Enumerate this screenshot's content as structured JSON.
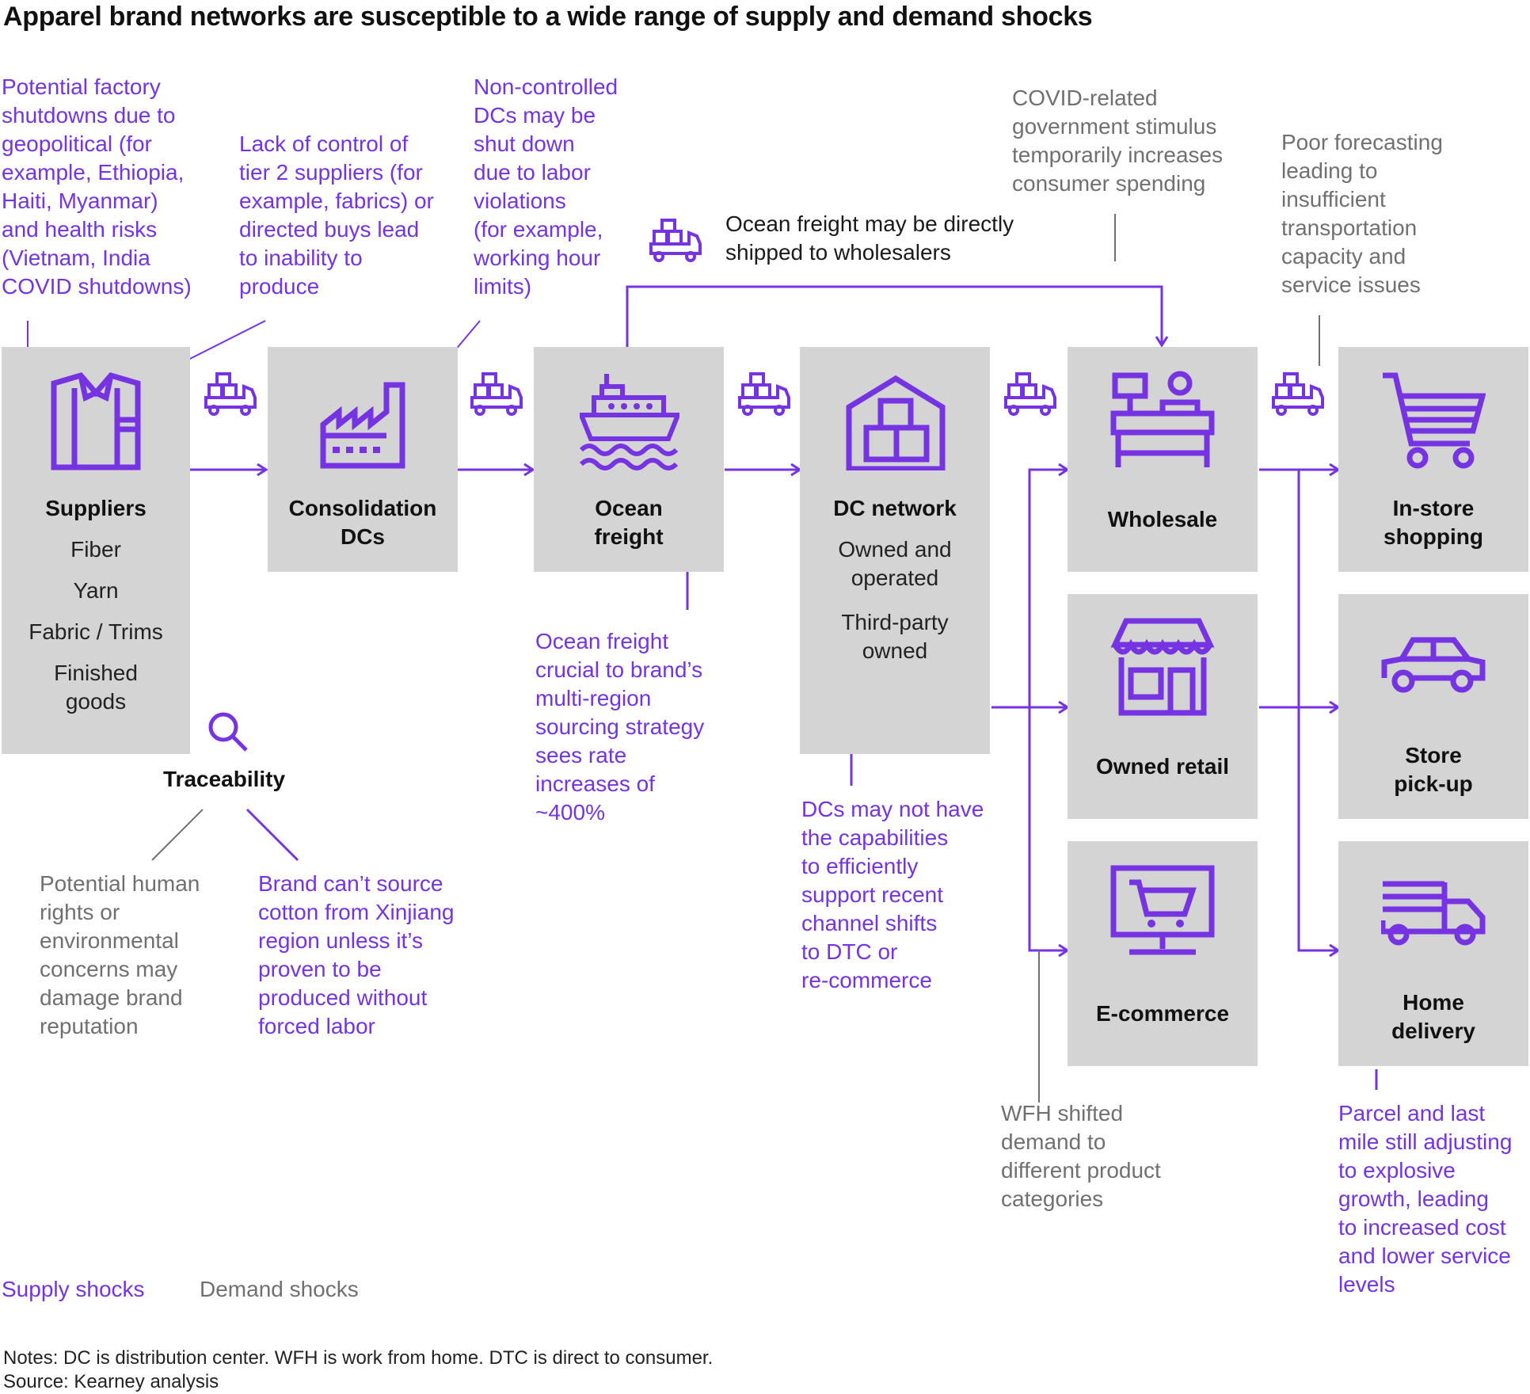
{
  "title": "Apparel brand networks are susceptible to a wide range of supply and demand shocks",
  "colors": {
    "supply": "#7533e2",
    "demand": "#707070",
    "box": "#d4d4d4",
    "icon": "#7533e2"
  },
  "nodes": {
    "suppliers": {
      "label": "Suppliers",
      "items": [
        "Fiber",
        "Yarn",
        "Fabric / Trims",
        "Finished\ngoods"
      ],
      "icon": "shirt-icon"
    },
    "consolidation": {
      "label": "Consolidation\nDCs",
      "icon": "factory-icon"
    },
    "ocean": {
      "label": "Ocean\nfreight",
      "icon": "ship-icon"
    },
    "dc": {
      "label": "DC network",
      "items": [
        "Owned and\noperated",
        "Third-party\nowned"
      ],
      "icon": "warehouse-icon"
    },
    "wholesale": {
      "label": "Wholesale",
      "icon": "wholesale-counter-icon"
    },
    "owned_retail": {
      "label": "Owned retail",
      "icon": "storefront-icon"
    },
    "ecommerce": {
      "label": "E-commerce",
      "icon": "monitor-cart-icon"
    },
    "instore": {
      "label": "In-store\nshopping",
      "icon": "shopping-cart-icon"
    },
    "pickup": {
      "label": "Store\npick-up",
      "icon": "car-icon"
    },
    "home_delivery": {
      "label": "Home\ndelivery",
      "icon": "delivery-truck-icon"
    }
  },
  "traceability": {
    "label": "Traceability",
    "icon": "magnifier-icon"
  },
  "transport_icon": "truck-boxes-icon",
  "direct_ship_note": "Ocean freight may be directly\nshipped to wholesalers",
  "shocks": {
    "factory": "Potential factory\nshutdowns due to\ngeopolitical (for\nexample, Ethiopia,\nHaiti, Myanmar)\nand health risks\n(Vietnam, India\nCOVID shutdowns)",
    "tier2": "Lack of control of\ntier 2 suppliers (for\nexample, fabrics) or\ndirected buys lead\nto inability to\nproduce",
    "noncontrolled": "Non-controlled\nDCs may be\nshut down\ndue to labor\nviolations\n(for example,\nworking hour\nlimits)",
    "covid_stimulus": "COVID-related\ngovernment stimulus\ntemporarily increases\nconsumer spending",
    "forecasting": "Poor forecasting\nleading to\ninsufficient\ntransportation\ncapacity and\nservice issues",
    "ocean_rate": "Ocean freight\ncrucial to brand’s\nmulti-region\nsourcing strategy\nsees rate\nincreases of\n~400%",
    "dc_capabilities": "DCs may not have\nthe capabilities\nto efficiently\nsupport recent\nchannel shifts\nto DTC or\nre-commerce",
    "human_rights": "Potential human\nrights or\nenvironmental\nconcerns may\ndamage brand\nreputation",
    "xinjiang": "Brand can’t source\ncotton from Xinjiang\nregion unless it’s\nproven to be\nproduced without\nforced labor",
    "wfh": "WFH shifted\ndemand to\ndifferent product\ncategories",
    "parcel": "Parcel and last\nmile still adjusting\nto explosive\ngrowth, leading\nto increased cost\nand lower service\nlevels"
  },
  "legend": {
    "supply": "Supply shocks",
    "demand": "Demand shocks"
  },
  "notes": "Notes: DC is distribution center. WFH is work from home. DTC is direct to consumer.",
  "source": "Source: Kearney analysis"
}
